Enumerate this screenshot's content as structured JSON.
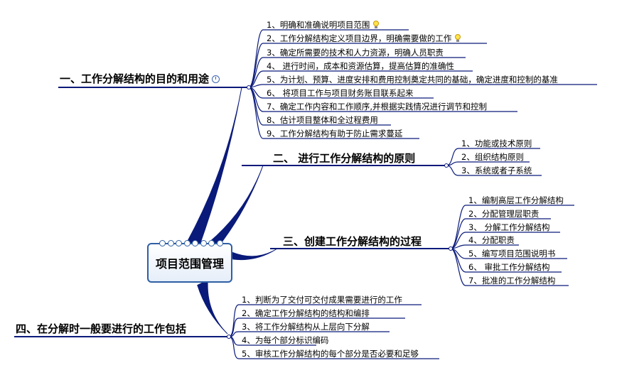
{
  "central": {
    "label": "项目范围管理"
  },
  "branches": [
    {
      "label": "一、工作分解结构的目的和用途",
      "icon": "clock-icon",
      "items": [
        {
          "text": "1、明确和准确说明项目范围",
          "icon": "lightbulb-icon"
        },
        {
          "text": "2、工作分解结构定义项目边界，明确需要做的工作",
          "icon": "lightbulb-icon"
        },
        {
          "text": "3、确定所需要的技术和人力资源，明确人员职责"
        },
        {
          "text": "4、 进行时间，成本和资源估算，提高估算的准确性"
        },
        {
          "text": "5、为计划、预算、进度安排和费用控制奠定共同的基础，确定进度和控制的基准"
        },
        {
          "text": "6、 将项目工作与项目财务账目联系起来"
        },
        {
          "text": "7、确定工作内容和工作顺序,并根据实践情况进行调节和控制"
        },
        {
          "text": "8、估计项目整体和全过程费用"
        },
        {
          "text": "9、工作分解结构有助于防止需求蔓延"
        }
      ]
    },
    {
      "label": "二、 进行工作分解结构的原则",
      "items": [
        {
          "text": "1、功能或技术原则"
        },
        {
          "text": "2、组织结构原则"
        },
        {
          "text": "3、系统或者子系统"
        }
      ]
    },
    {
      "label": "三、创建工作分解结构的过程",
      "items": [
        {
          "text": "1、编制高层工作分解结构"
        },
        {
          "text": "2、分配管理层职责"
        },
        {
          "text": "3、 分解工作分解结构"
        },
        {
          "text": "4、分配职责"
        },
        {
          "text": "5、编写项目范围说明书"
        },
        {
          "text": "6、 审批工作分解结构"
        },
        {
          "text": "7、批准的工作分解结构"
        }
      ]
    },
    {
      "label": "四、在分解时一般要进行的工作包括",
      "items": [
        {
          "text": "1、判断为了交付可交付成果需要进行的工作"
        },
        {
          "text": "2、确定工作分解结构的结构和编排"
        },
        {
          "text": "3、将工作分解结构从上层向下分解"
        },
        {
          "text": "4、为每个部分标识编码"
        },
        {
          "text": "5、审核工作分解结构的每个部分是否必要和足够"
        }
      ]
    }
  ],
  "colors": {
    "connector": "#0a1a7a",
    "underline": "#0a1a7a",
    "border": "#2e5fa4"
  }
}
